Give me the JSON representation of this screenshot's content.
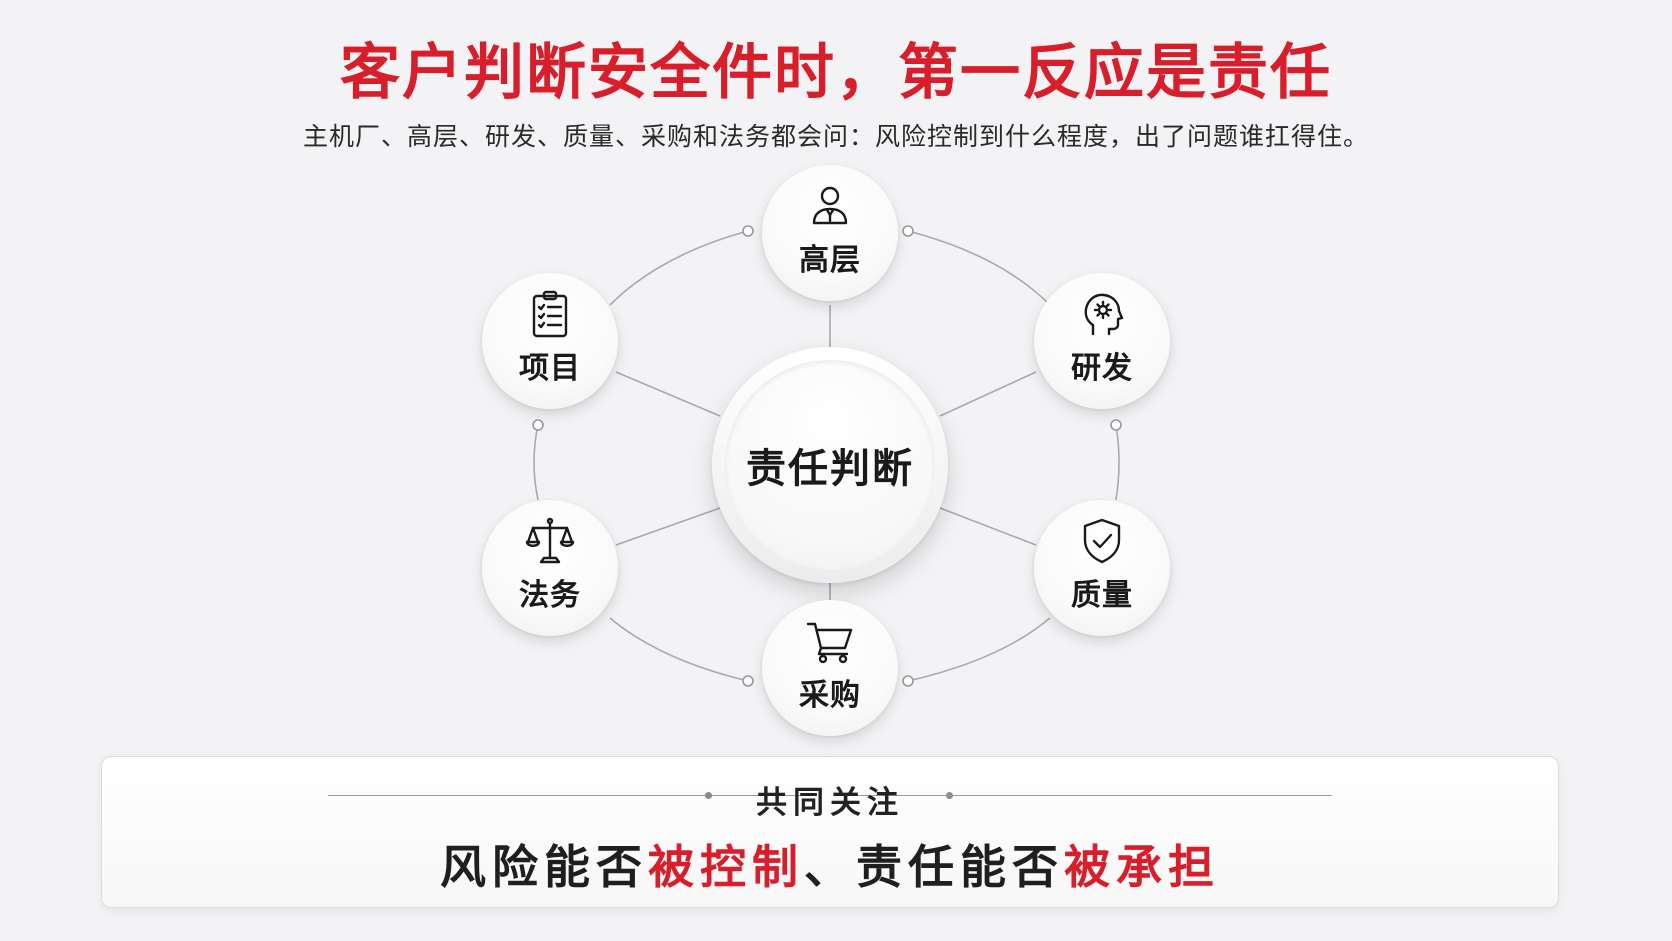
{
  "title": "客户判断安全件时，第一反应是责任",
  "subtitle": "主机厂、高层、研发、质量、采购和法务都会问：风险控制到什么程度，出了问题谁扛得住。",
  "center": {
    "label": "责任判断"
  },
  "nodes": [
    {
      "id": "senior",
      "label": "高层",
      "icon": "person-icon"
    },
    {
      "id": "rnd",
      "label": "研发",
      "icon": "head-gear-icon"
    },
    {
      "id": "quality",
      "label": "质量",
      "icon": "shield-check-icon"
    },
    {
      "id": "purchase",
      "label": "采购",
      "icon": "shopping-cart-icon"
    },
    {
      "id": "legal",
      "label": "法务",
      "icon": "scales-icon"
    },
    {
      "id": "project",
      "label": "项目",
      "icon": "clipboard-checklist-icon"
    }
  ],
  "panel": {
    "heading": "共同关注",
    "parts": [
      {
        "text": "风险能否",
        "accent": false
      },
      {
        "text": "被控制",
        "accent": true
      },
      {
        "text": "、责任能否",
        "accent": false
      },
      {
        "text": "被承担",
        "accent": true
      }
    ]
  },
  "colors": {
    "accent": "#d81e2a",
    "text": "#1a1a1a",
    "background": "#f3f3f5",
    "line": "#a9a9ad"
  }
}
